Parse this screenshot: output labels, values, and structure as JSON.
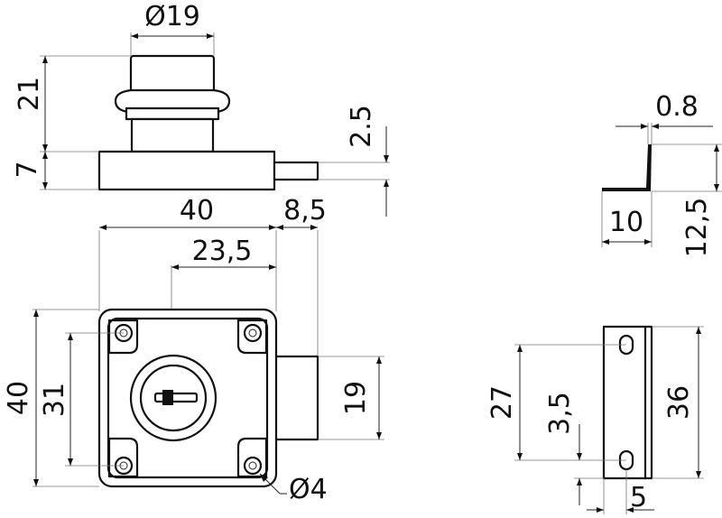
{
  "dimensions": {
    "knob_diameter": "Ø19",
    "knob_height": "21",
    "body_thickness": "7",
    "bolt_thickness": "2.5",
    "strike_thickness": "0.8",
    "strike_leg_width": "10",
    "strike_leg_height": "12,5",
    "body_width": "40",
    "bolt_projection": "8,5",
    "backset": "23,5",
    "body_height": "40",
    "hole_spacing": "31",
    "bolt_height": "19",
    "hole_diameter": "Ø4",
    "strike_hole_spacing": "27",
    "strike_hole_offset": "3,5",
    "strike_length": "36",
    "strike_hole_inset": "5"
  }
}
